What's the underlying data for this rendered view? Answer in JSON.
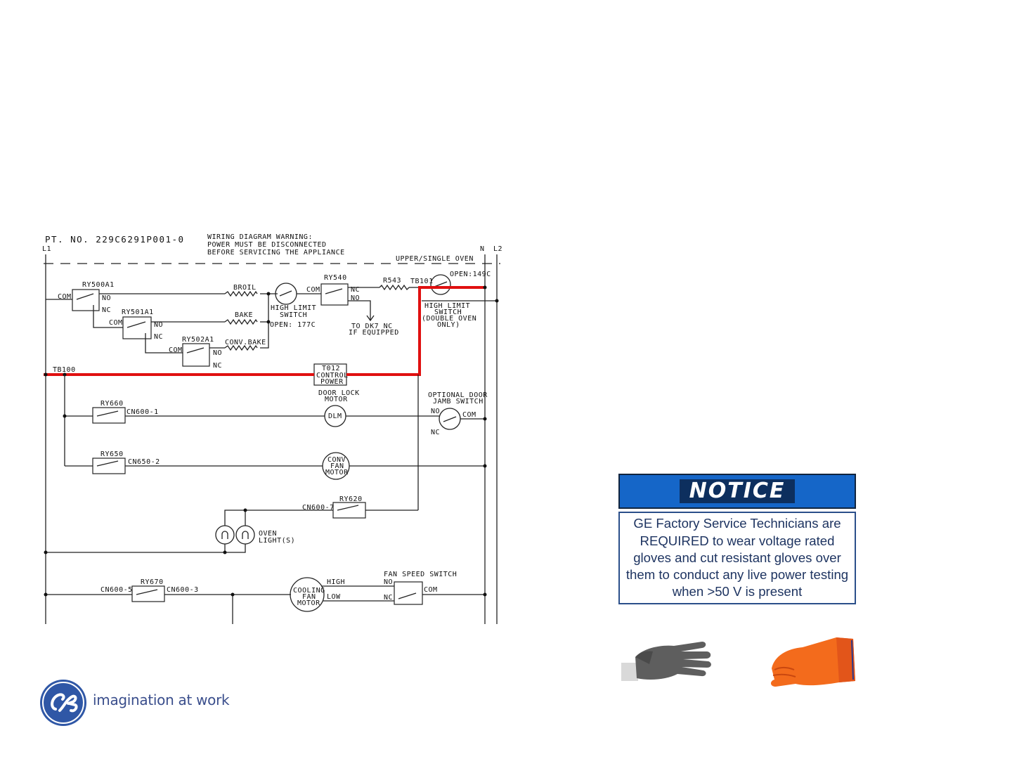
{
  "diagram": {
    "part_no": "PT. NO. 229C6291P001-0",
    "warning_line1": "WIRING DIAGRAM WARNING:",
    "warning_line2": "POWER MUST BE DISCONNECTED",
    "warning_line3": "BEFORE SERVICING THE APPLIANCE",
    "l1": "L1",
    "n": "N",
    "l2": "L2",
    "upper_single_oven": "UPPER/SINGLE OVEN",
    "ry500a1": "RY500A1",
    "ry501a1": "RY501A1",
    "ry502a1": "RY502A1",
    "ry540": "RY540",
    "com": "COM",
    "no": "NO",
    "nc": "NC",
    "broil": "BROIL",
    "bake": "BAKE",
    "conv_bake": "CONV.BAKE",
    "high_limit_switch_l1": "HIGH LIMIT",
    "high_limit_switch_l2": "SWITCH",
    "open_177c": "OPEN: 177C",
    "r543": "R543",
    "tb101": "TB101",
    "open_149c": "OPEN:149C",
    "hl_double_l1": "HIGH LIMIT",
    "hl_double_l2": "SWITCH",
    "hl_double_l3": "(DOUBLE OVEN",
    "hl_double_l4": "ONLY)",
    "to_dk7_l1": "TO DK7 NC",
    "to_dk7_l2": "IF EQUIPPED",
    "tb100": "TB100",
    "t012_l1": "T012",
    "t012_l2": "CONTROL",
    "t012_l3": "POWER",
    "door_lock_l1": "DOOR LOCK",
    "door_lock_l2": "MOTOR",
    "dlm": "DLM",
    "optional_door_l1": "OPTIONAL DOOR",
    "optional_door_l2": "JAMB SWITCH",
    "ry660": "RY660",
    "cn600_1": "CN600-1",
    "ry650": "RY650",
    "cn650_2": "CN650-2",
    "conv_fan_l1": "CONV",
    "conv_fan_l2": "FAN",
    "conv_fan_l3": "MOTOR",
    "ry620": "RY620",
    "cn600_7": "CN600-7",
    "oven_light_l1": "OVEN",
    "oven_light_l2": "LIGHT(S)",
    "ry670": "RY670",
    "cn600_5": "CN600-5",
    "cn600_3": "CN600-3",
    "cooling_fan_l1": "COOLING",
    "cooling_fan_l2": "FAN",
    "cooling_fan_l3": "MOTOR",
    "high": "HIGH",
    "low": "LOW",
    "fan_speed_switch": "FAN SPEED SWITCH",
    "highlight_color": "#e01010"
  },
  "notice": {
    "heading": "NOTICE",
    "text": "GE Factory Service Technicians are REQUIRED to wear voltage rated gloves and cut resistant gloves over them to conduct any live power testing when >50 V is present",
    "header_color": "#1566c8",
    "text_color": "#1e3461"
  },
  "images": {
    "left_glove": "cut-resistant-glove",
    "right_glove": "voltage-rated-rubber-glove"
  },
  "brand": {
    "logo": "ge-monogram-logo",
    "tagline": "imagination at work",
    "color": "#3a4e8c"
  }
}
